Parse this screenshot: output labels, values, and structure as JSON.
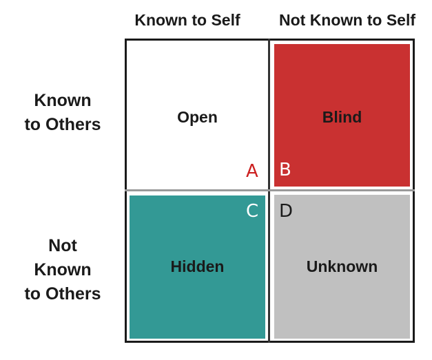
{
  "columns": {
    "known": "Known to Self",
    "not_known": "Not Known to Self"
  },
  "rows": {
    "known": [
      "Known",
      "to Others"
    ],
    "not_known": [
      "Not",
      "Known",
      "to Others"
    ]
  },
  "quadrants": {
    "open": {
      "label": "Open",
      "letter": "A",
      "color": "#ffffff",
      "letter_color": "#cc1f1f"
    },
    "blind": {
      "label": "Blind",
      "letter": "B",
      "color": "#c93131",
      "letter_color": "#ffffff"
    },
    "hidden": {
      "label": "Hidden",
      "letter": "C",
      "color": "#339995",
      "letter_color": "#ffffff"
    },
    "unknown": {
      "label": "Unknown",
      "letter": "D",
      "color": "#c0c0c0",
      "letter_color": "#1a1a1a"
    }
  }
}
